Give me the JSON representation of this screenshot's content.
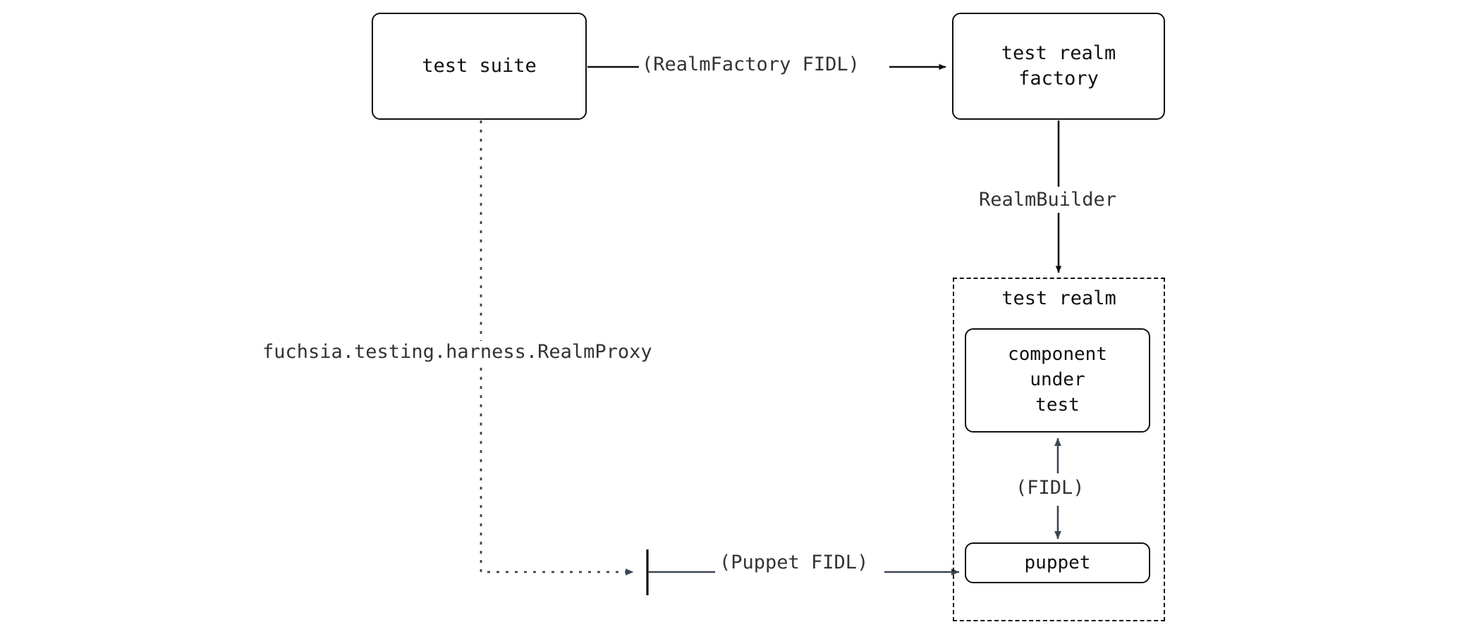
{
  "diagram": {
    "title": "test realm factory topology",
    "background_color": "#ffffff",
    "stroke_color": "#101010",
    "accent_stroke_color": "#3d4653",
    "text_color": "#333333"
  },
  "nodes": {
    "test_suite": {
      "label": "test suite",
      "shape": "rounded-rect",
      "style": "solid"
    },
    "test_realm_factory": {
      "label": "test realm\nfactory",
      "shape": "rounded-rect",
      "style": "solid"
    },
    "test_realm_group": {
      "label": "test realm",
      "shape": "rect",
      "style": "dashed"
    },
    "component_under_test": {
      "label": "component\nunder\ntest",
      "shape": "rounded-rect",
      "style": "solid"
    },
    "puppet": {
      "label": "puppet",
      "shape": "rounded-rect",
      "style": "solid"
    }
  },
  "edges": {
    "suite_to_factory": {
      "label": "(RealmFactory FIDL)",
      "from": "test_suite",
      "to": "test_realm_factory",
      "style": "solid",
      "arrow": "end"
    },
    "factory_to_realm": {
      "label": "RealmBuilder",
      "from": "test_realm_factory",
      "to": "test_realm_group",
      "style": "solid",
      "arrow": "end"
    },
    "suite_to_puppet": {
      "label": "fuchsia.testing.harness.RealmProxy",
      "from": "test_suite",
      "to": "puppet",
      "style": "dotted",
      "arrow": "end"
    },
    "proxy_to_puppet": {
      "label": "(Puppet FIDL)",
      "from": "realm_proxy_port",
      "to": "puppet",
      "style": "solid",
      "arrow": "end"
    },
    "cut_to_puppet": {
      "label": "(FIDL)",
      "from": "component_under_test",
      "to": "puppet",
      "style": "solid",
      "arrow": "both"
    }
  }
}
